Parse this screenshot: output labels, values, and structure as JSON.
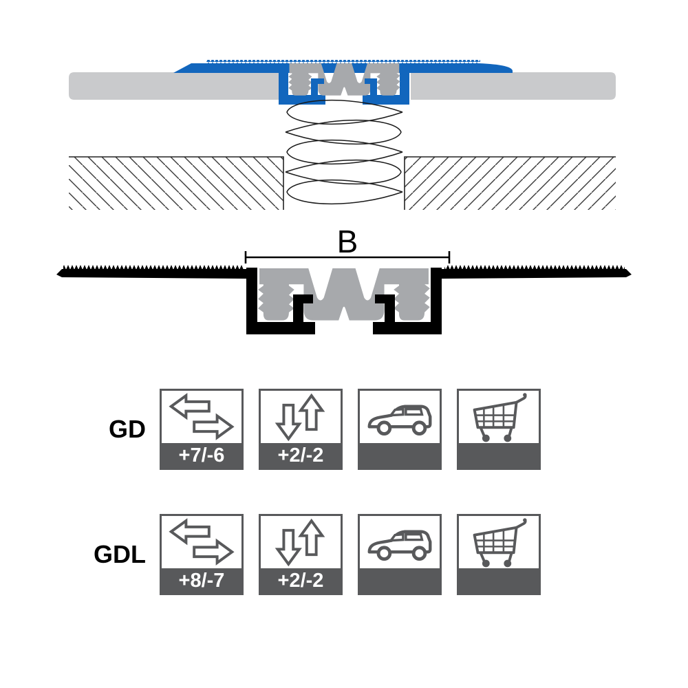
{
  "diagram": {
    "dimension_label": "B",
    "top_view": "installed-cross-section",
    "bottom_view": "profile-cross-section"
  },
  "colors": {
    "accent_blue": "#1266BD",
    "floor_gray": "#C9CACC",
    "insert_gray": "#A7A9AC",
    "icon_gray": "#58595B",
    "profile_black": "#000000"
  },
  "rows": [
    {
      "label": "GD",
      "cells": [
        {
          "icon": "horizontal-arrows-icon",
          "value": "+7/-6"
        },
        {
          "icon": "vertical-arrows-icon",
          "value": "+2/-2"
        },
        {
          "icon": "car-icon",
          "value": ""
        },
        {
          "icon": "shopping-cart-icon",
          "value": ""
        }
      ]
    },
    {
      "label": "GDL",
      "cells": [
        {
          "icon": "horizontal-arrows-icon",
          "value": "+8/-7"
        },
        {
          "icon": "vertical-arrows-icon",
          "value": "+2/-2"
        },
        {
          "icon": "car-icon",
          "value": ""
        },
        {
          "icon": "shopping-cart-icon",
          "value": ""
        }
      ]
    }
  ]
}
